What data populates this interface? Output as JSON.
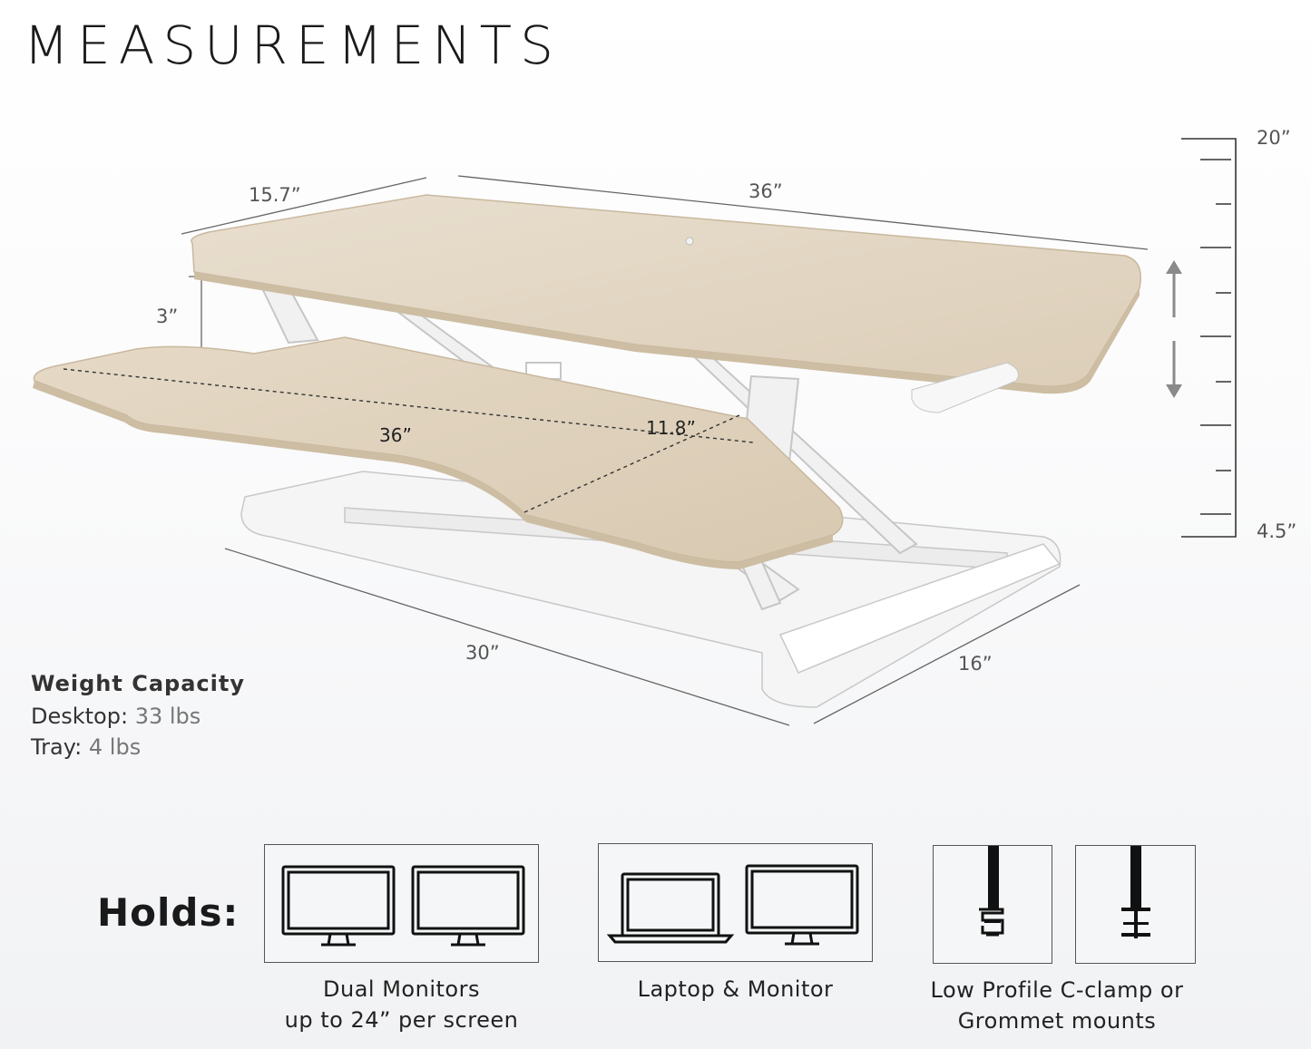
{
  "title": "MEASUREMENTS",
  "dimensions": {
    "top_depth": "15.7”",
    "top_width": "36”",
    "keyboard_gap": "3”",
    "tray_width": "36”",
    "tray_depth": "11.8”",
    "base_width": "30”",
    "base_depth": "16”",
    "height_max": "20”",
    "height_min": "4.5”"
  },
  "weight": {
    "title": "Weight Capacity",
    "desktop_label": "Desktop:",
    "desktop_value": "33 lbs",
    "tray_label": "Tray:",
    "tray_value": "4 lbs"
  },
  "holds": {
    "label": "Holds:",
    "options": [
      {
        "line1": "Dual Monitors",
        "line2": "up to 24” per screen",
        "icons": [
          "monitor-icon",
          "monitor-icon"
        ]
      },
      {
        "line1": "Laptop & Monitor",
        "icons": [
          "laptop-icon",
          "monitor-icon"
        ]
      },
      {
        "line1": "Low Profile C-clamp or",
        "line2": "Grommet mounts",
        "icons": [
          "c-clamp-icon",
          "grommet-icon"
        ]
      }
    ]
  },
  "colors": {
    "wood": "#e2d6c2",
    "frame": "#f4f4f4",
    "text": "#222222",
    "accent_arrow": "#8a8a8a"
  }
}
